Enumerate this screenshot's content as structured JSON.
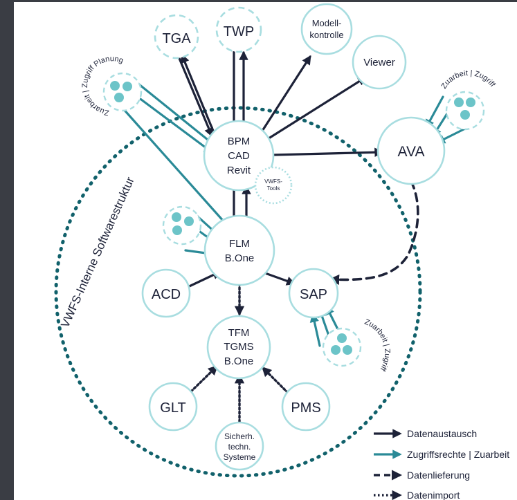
{
  "colors": {
    "background_outer": "#3a3d44",
    "panel": "#ffffff",
    "circle_stroke": "#a8dde0",
    "dark_arrow": "#1d2238",
    "teal_arrow": "#2a8a97",
    "dot_fill": "#6cc4c8",
    "boundary": "#11616b"
  },
  "boundary_label": "VWFS-Interne Softwarestruktur",
  "nodes": {
    "tga": "TGA",
    "twp": "TWP",
    "modellkontrolle": [
      "Modell-",
      "kontrolle"
    ],
    "viewer": "Viewer",
    "bpm": [
      "BPM",
      "CAD",
      "Revit"
    ],
    "vwfs_tools": [
      "VWFS-",
      "Tools"
    ],
    "ava": "AVA",
    "flm": [
      "FLM",
      "B.One"
    ],
    "acd": "ACD",
    "sap": "SAP",
    "tfm": [
      "TFM",
      "TGMS",
      "B.One"
    ],
    "glt": "GLT",
    "pms": "PMS",
    "sicherh": [
      "Sicherh.",
      "techn.",
      "Systeme"
    ]
  },
  "access_labels": {
    "planung": "Zuarbeit | Zugriff Planung",
    "ava": "Zuarbeit | Zugriff",
    "sap": "Zuarbeit | Zugriff"
  },
  "legend": [
    {
      "style": "solid-dark",
      "label": "Datenaustausch"
    },
    {
      "style": "solid-teal",
      "label": "Zugriffsrechte | Zuarbeit"
    },
    {
      "style": "dashed",
      "label": "Datenlieferung"
    },
    {
      "style": "dotted",
      "label": "Datenimport"
    }
  ]
}
